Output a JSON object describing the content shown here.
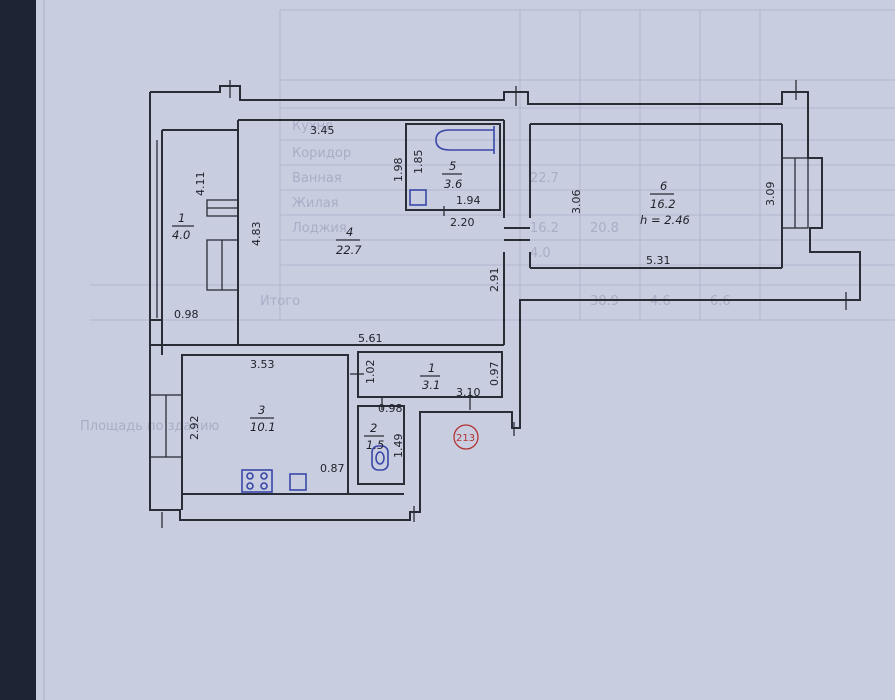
{
  "rooms": [
    {
      "id": "1",
      "area": "4.0"
    },
    {
      "id": "4",
      "area": "22.7"
    },
    {
      "id": "5",
      "area": "3.6"
    },
    {
      "id": "6",
      "area": "16.2"
    },
    {
      "id": "1",
      "area": "3.1"
    },
    {
      "id": "2",
      "area": "1.5"
    },
    {
      "id": "3",
      "area": "10.1"
    }
  ],
  "height_label": "h = 2.46",
  "dimensions": [
    "3.45",
    "4.11",
    "1.98",
    "1.85",
    "1.94",
    "2.20",
    "3.06",
    "3.09",
    "4.83",
    "0.98",
    "2.91",
    "5.31",
    "5.61",
    "3.53",
    "1.02",
    "0.97",
    "3.10",
    "0.98",
    "2.92",
    "1.49",
    "0.87"
  ],
  "inventory_stamp": "213",
  "background_table": {
    "rows": [
      "Кухня",
      "Коридор",
      "Ванная",
      "Жилая",
      "Лоджия",
      "Итого"
    ],
    "values": [
      "22.7",
      "20.8",
      "16.2",
      "38.9",
      "4.0",
      "4.6",
      "6.6"
    ]
  },
  "background_text": "Площадь по зданию"
}
